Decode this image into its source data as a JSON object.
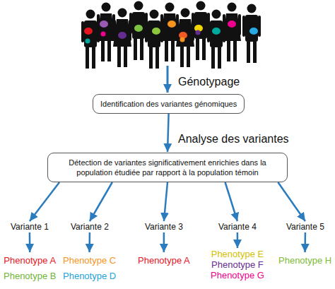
{
  "diagram": {
    "nodes": [
      {
        "text": [
          "Identification des variantes génomiques"
        ]
      },
      {
        "text": [
          "Détection de variantes significativement enrichies dans la population étudiée par rapport à la population témoin"
        ]
      },
      {
        "text": [
          "Variante 1"
        ]
      },
      {
        "text": [
          "Variante 2"
        ]
      },
      {
        "text": [
          "Variante 3"
        ]
      },
      {
        "text": [
          "Variante 4"
        ]
      },
      {
        "text": [
          "Variante 5"
        ]
      },
      {
        "text": [
          "Phenotype A",
          "Phenotype B"
        ]
      },
      {
        "text": [
          "Phenotype C",
          "Phenotype D"
        ]
      },
      {
        "text": [
          "Phenotype A"
        ]
      },
      {
        "text": [
          "Phenotype E",
          "Phenotype F",
          "Phenotype G"
        ]
      },
      {
        "text": [
          "Phenotype H"
        ]
      }
    ],
    "edges": [
      {
        "from": 0,
        "to": 1,
        "arrow": "to",
        "label": "Analyse des variantes"
      },
      {
        "from": 1,
        "to": 2,
        "arrow": "to"
      },
      {
        "from": 1,
        "to": 3,
        "arrow": "to"
      },
      {
        "from": 1,
        "to": 4,
        "arrow": "to"
      },
      {
        "from": 1,
        "to": 5,
        "arrow": "to"
      },
      {
        "from": 1,
        "to": 6,
        "arrow": "to"
      },
      {
        "from": 2,
        "to": 7,
        "arrow": "to"
      },
      {
        "from": 3,
        "to": 8,
        "arrow": "to"
      },
      {
        "from": 4,
        "to": 9,
        "arrow": "to"
      },
      {
        "from": 5,
        "to": 10,
        "arrow": "to"
      },
      {
        "from": 6,
        "to": 11,
        "arrow": "to"
      }
    ],
    "labels": [
      "Génotypage"
    ]
  }
}
